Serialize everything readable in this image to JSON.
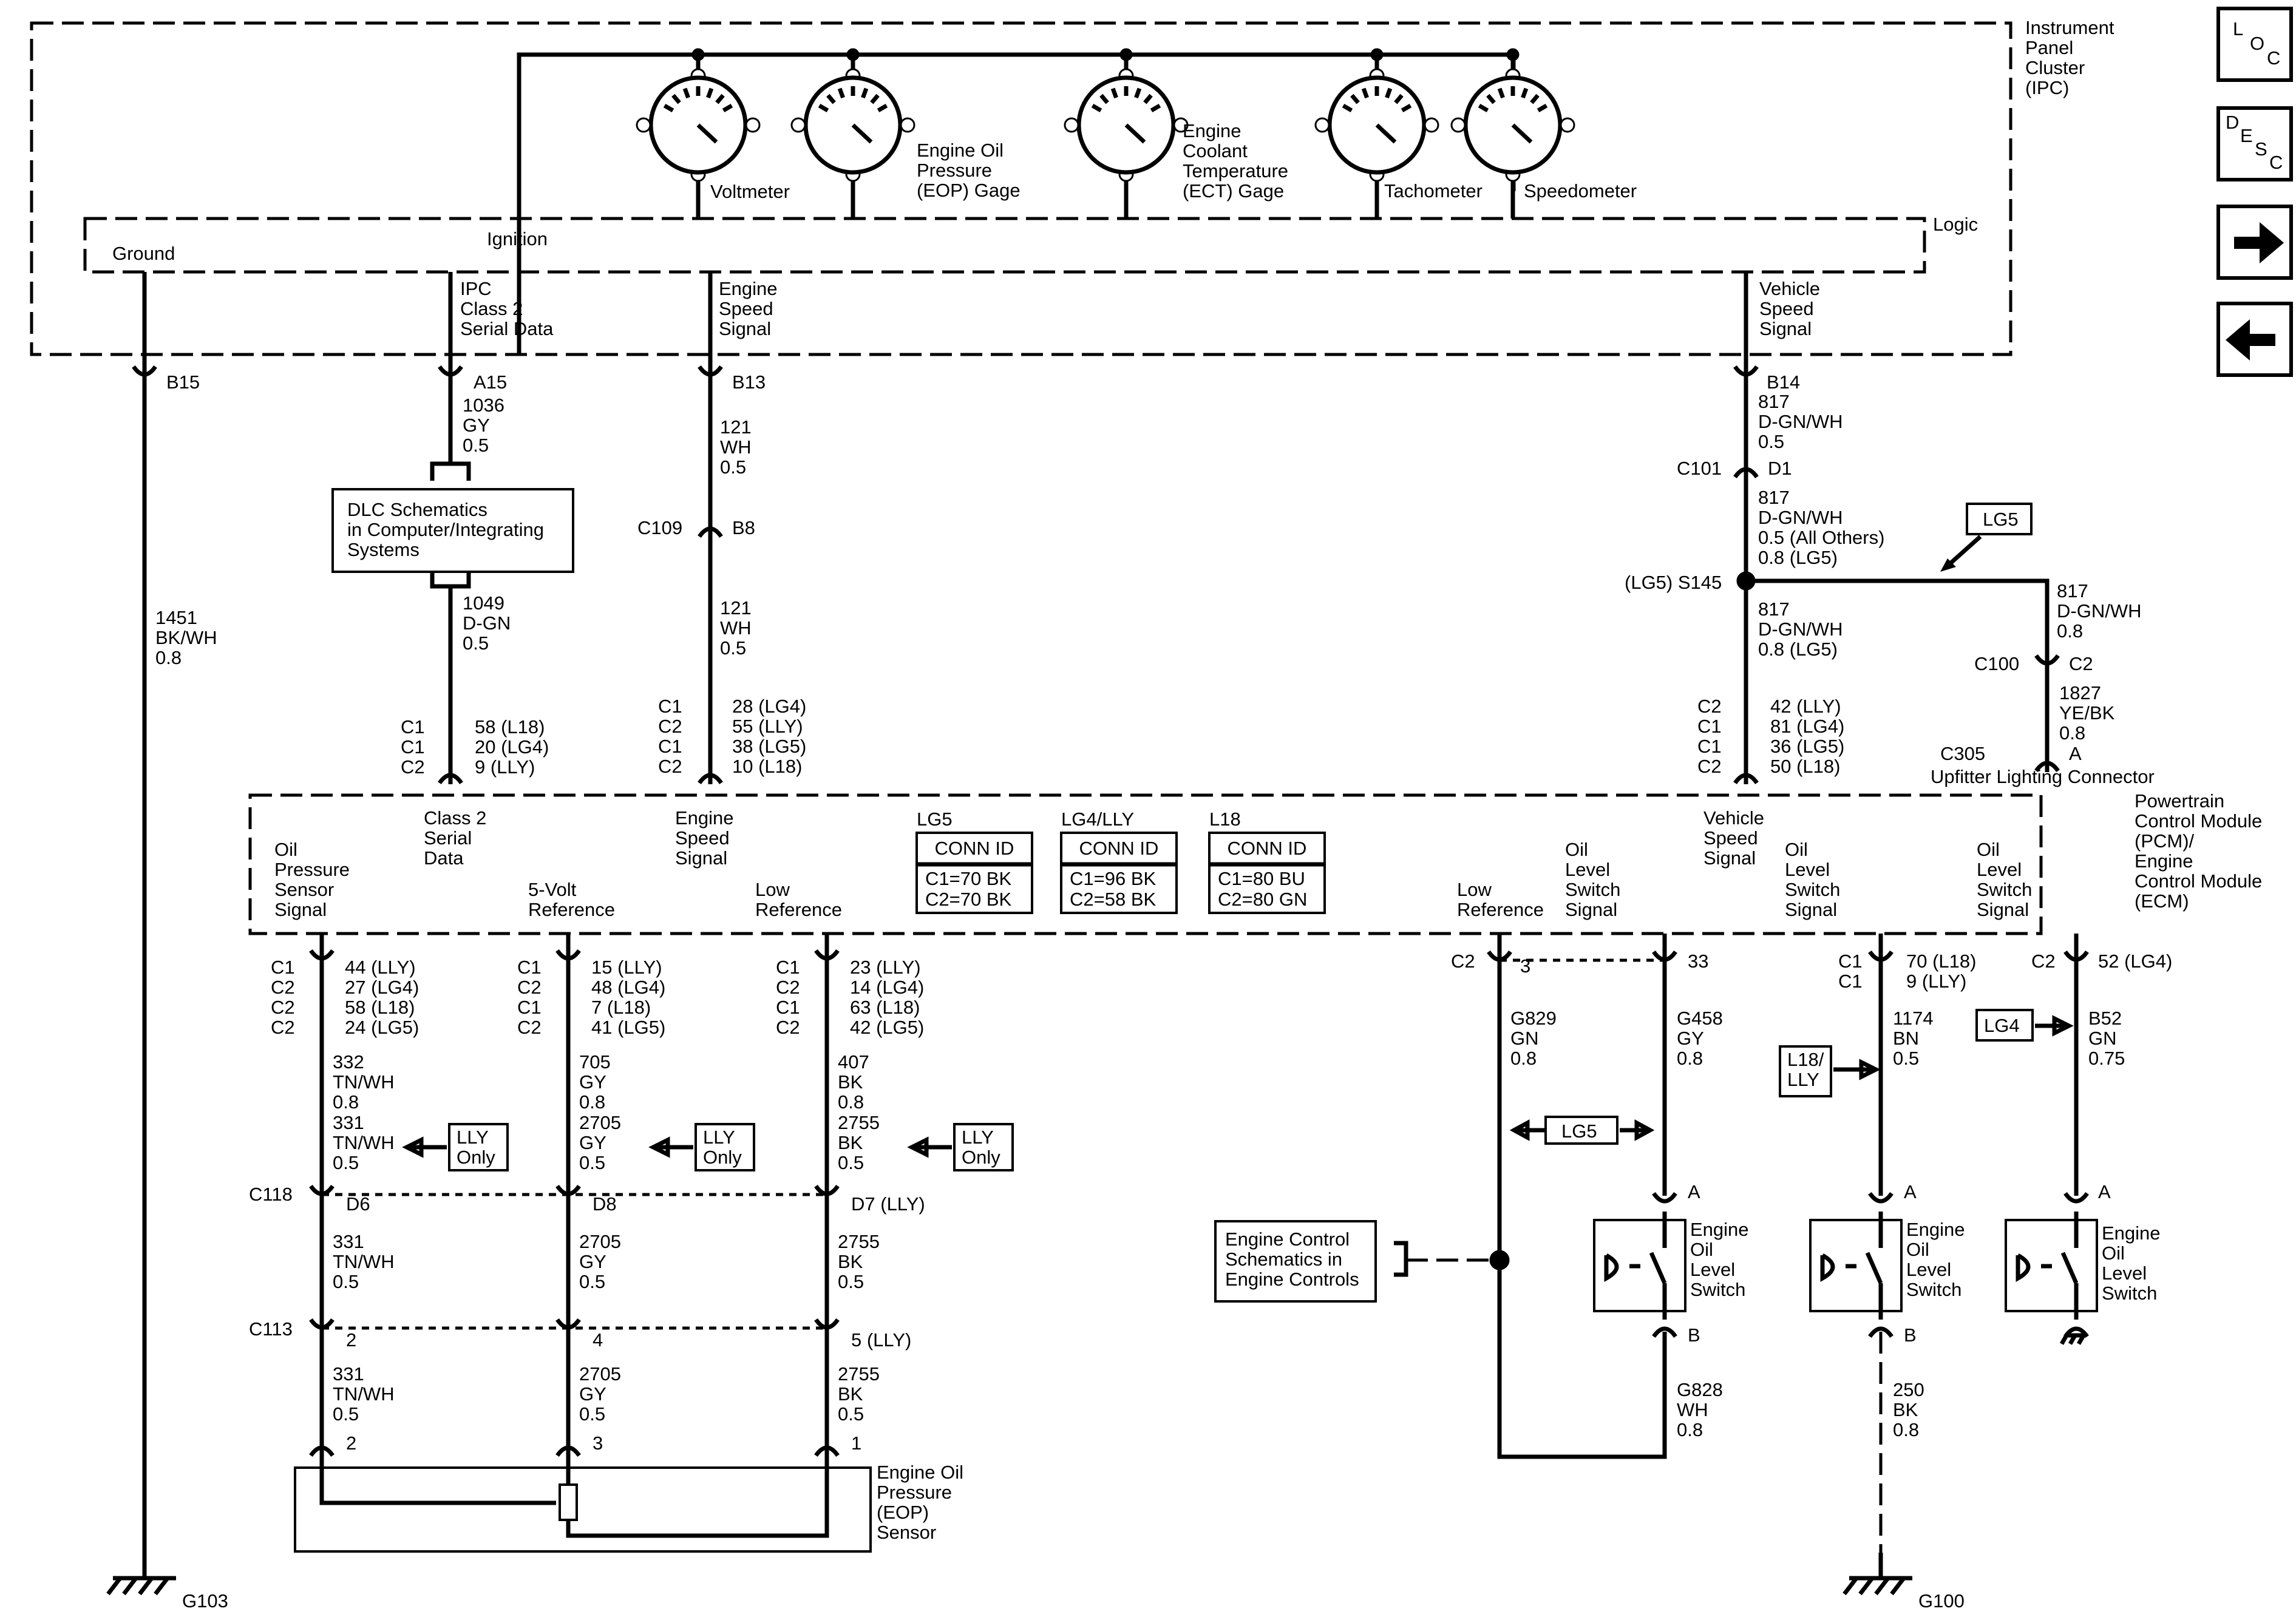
{
  "ipc": {
    "title": [
      "Instrument",
      "Panel",
      "Cluster",
      "(IPC)"
    ],
    "ignition": "Ignition",
    "ground": "Ground",
    "logic": "Logic",
    "gauges": {
      "volt": [
        "Voltmeter"
      ],
      "eop": [
        "Engine Oil",
        "Pressure",
        "(EOP) Gage"
      ],
      "ect": [
        "Engine",
        "Coolant",
        "Temperature",
        "(ECT) Gage"
      ],
      "tach": [
        "Tachometer"
      ],
      "speedo": [
        "Speedometer"
      ]
    },
    "class2": [
      "IPC",
      "Class 2",
      "Serial Data"
    ],
    "eng_speed": [
      "Engine",
      "Speed",
      "Signal"
    ],
    "veh_speed": [
      "Vehicle",
      "Speed",
      "Signal"
    ]
  },
  "nav": {
    "loc": [
      "L",
      "O",
      "C"
    ],
    "desc": [
      "D",
      "E",
      "S",
      "C"
    ]
  },
  "ground_circuit": {
    "pin": "B15",
    "wire": [
      "1451",
      "BK/WH",
      "0.8"
    ],
    "ground": "G103"
  },
  "class2_circuit": {
    "pin": "A15",
    "wire1": [
      "1036",
      "GY",
      "0.5"
    ],
    "dlc": [
      "DLC Schematics",
      "in Computer/Integrating",
      "Systems"
    ],
    "wire2": [
      "1049",
      "D-GN",
      "0.5"
    ],
    "conns": [
      "C1",
      "C1",
      "C2"
    ],
    "pins": [
      "58 (L18)",
      "20 (LG4)",
      "9 (LLY)"
    ]
  },
  "speed_circuit": {
    "pin": "B13",
    "wire1": [
      "121",
      "WH",
      "0.5"
    ],
    "c109": "C109",
    "c109pin": "B8",
    "wire2": [
      "121",
      "WH",
      "0.5"
    ],
    "conns": [
      "C1",
      "C2",
      "C1",
      "C2"
    ],
    "pins": [
      "28 (LG4)",
      "55 (LLY)",
      "38 (LG5)",
      "10 (L18)"
    ]
  },
  "vss_circuit": {
    "pin": "B14",
    "wire1": [
      "817",
      "D-GN/WH",
      "0.5"
    ],
    "c101": "C101",
    "c101pin": "D1",
    "wire2": [
      "817",
      "D-GN/WH",
      "0.5 (All Others)",
      "0.8 (LG5)"
    ],
    "lg5": "LG5",
    "splice": "(LG5) S145",
    "wire3": [
      "817",
      "D-GN/WH",
      "0.8 (LG5)"
    ],
    "conns": [
      "C2",
      "C1",
      "C1",
      "C2"
    ],
    "pins": [
      "42 (LLY)",
      "81 (LG4)",
      "36 (LG5)",
      "50 (L18)"
    ],
    "branch": {
      "wire1": [
        "817",
        "D-GN/WH",
        "0.8"
      ],
      "c100": "C100",
      "c100pin": "C2",
      "wire2": [
        "1827",
        "YE/BK",
        "0.8"
      ],
      "c305": "C305",
      "c305pin": "A",
      "label": "Upfitter Lighting Connector"
    }
  },
  "pcm": {
    "title": [
      "Powertrain",
      "Control Module",
      "(PCM)/",
      "Engine",
      "Control Module",
      "(ECM)"
    ],
    "class2": [
      "Class 2",
      "Serial",
      "Data"
    ],
    "eng_speed": [
      "Engine",
      "Speed",
      "Signal"
    ],
    "veh_speed": [
      "Vehicle",
      "Speed",
      "Signal"
    ],
    "oil_sig": [
      "Oil",
      "Pressure",
      "Sensor",
      "Signal"
    ],
    "five_volt": [
      "5-Volt",
      "Reference"
    ],
    "low_ref": [
      "Low",
      "Reference"
    ],
    "low_ref2": [
      "Low",
      "Reference"
    ],
    "oil_level": [
      "Oil",
      "Level",
      "Switch",
      "Signal"
    ],
    "conn_ids": [
      {
        "hdr": "LG5",
        "title": "CONN ID",
        "lines": [
          "C1=70 BK",
          "C2=70 BK"
        ]
      },
      {
        "hdr": "LG4/LLY",
        "title": "CONN ID",
        "lines": [
          "C1=96 BK",
          "C2=58 BK"
        ]
      },
      {
        "hdr": "L18",
        "title": "CONN ID",
        "lines": [
          "C1=80 BU",
          "C2=80 GN"
        ]
      }
    ]
  },
  "sensor_circuits": [
    {
      "conns": [
        "C1",
        "C2",
        "C2",
        "C2"
      ],
      "pins": [
        "44 (LLY)",
        "27 (LG4)",
        "58 (L18)",
        "24 (LG5)"
      ],
      "wire1": [
        "332",
        "TN/WH",
        "0.8"
      ],
      "wire1b": [
        "331",
        "TN/WH",
        "0.5"
      ],
      "only": [
        "LLY",
        "Only"
      ],
      "cA": "C118",
      "pA": "D6",
      "wire2": [
        "331",
        "TN/WH",
        "0.5"
      ],
      "cB": "C113",
      "pB": "2",
      "wire3": [
        "331",
        "TN/WH",
        "0.5"
      ],
      "pS": "2"
    },
    {
      "conns": [
        "C1",
        "C2",
        "C1",
        "C2"
      ],
      "pins": [
        "15 (LLY)",
        "48 (LG4)",
        "7 (L18)",
        "41 (LG5)"
      ],
      "wire1": [
        "705",
        "GY",
        "0.8"
      ],
      "wire1b": [
        "2705",
        "GY",
        "0.5"
      ],
      "only": [
        "LLY",
        "Only"
      ],
      "pA": "D8",
      "wire2": [
        "2705",
        "GY",
        "0.5"
      ],
      "pB": "4",
      "wire3": [
        "2705",
        "GY",
        "0.5"
      ],
      "pS": "3"
    },
    {
      "conns": [
        "C1",
        "C2",
        "C1",
        "C2"
      ],
      "pins": [
        "23 (LLY)",
        "14 (LG4)",
        "63 (L18)",
        "42 (LG5)"
      ],
      "wire1": [
        "407",
        "BK",
        "0.8"
      ],
      "wire1b": [
        "2755",
        "BK",
        "0.5"
      ],
      "only": [
        "LLY",
        "Only"
      ],
      "pA": "D7 (LLY)",
      "wire2": [
        "2755",
        "BK",
        "0.5"
      ],
      "pB": "5 (LLY)",
      "wire3": [
        "2755",
        "BK",
        "0.5"
      ],
      "pS": "1"
    }
  ],
  "sensor": [
    "Engine Oil",
    "Pressure",
    "(EOP)",
    "Sensor"
  ],
  "engine_ctrl": [
    "Engine Control",
    "Schematics in",
    "Engine Controls"
  ],
  "lg5_sw": {
    "c2": "C2",
    "pin3": "3",
    "pin33": "33",
    "wireL": [
      "G829",
      "GN",
      "0.8"
    ],
    "wireR": [
      "G458",
      "GY",
      "0.8"
    ],
    "tag": "LG5",
    "pA": "A",
    "pB": "B",
    "sw": [
      "Engine",
      "Oil",
      "Level",
      "Switch"
    ],
    "wireB": [
      "G828",
      "WH",
      "0.8"
    ]
  },
  "l18_sw": {
    "conns": [
      "C1",
      "C1"
    ],
    "pins": [
      "70 (L18)",
      "9 (LLY)"
    ],
    "wire": [
      "1174",
      "BN",
      "0.5"
    ],
    "tag": [
      "L18/",
      "LLY"
    ],
    "pA": "A",
    "pB": "B",
    "sw": [
      "Engine",
      "Oil",
      "Level",
      "Switch"
    ],
    "wireB": [
      "250",
      "BK",
      "0.8"
    ],
    "ground": "G100"
  },
  "lg4_sw": {
    "conn": "C2",
    "pin": "52 (LG4)",
    "wire": [
      "B52",
      "GN",
      "0.75"
    ],
    "tag": "LG4",
    "pA": "A",
    "sw": [
      "Engine",
      "Oil",
      "Level",
      "Switch"
    ]
  }
}
